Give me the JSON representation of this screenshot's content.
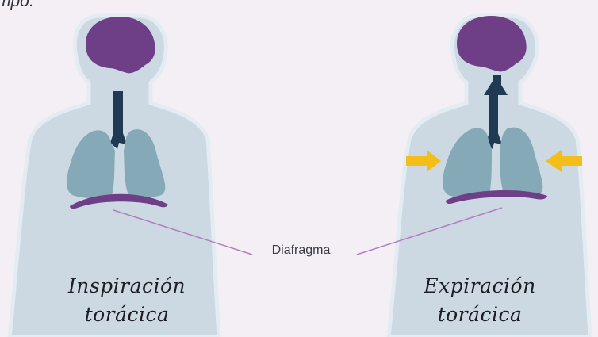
{
  "top_text": "mpo.",
  "figures": [
    {
      "label_line1": "Inspiración",
      "label_line2": "torácica"
    },
    {
      "label_line1": "Expiración",
      "label_line2": "torácica"
    }
  ],
  "callout": "Diafragma",
  "colors": {
    "background": "#f4eff5",
    "body": "#ccd9e3",
    "body_outline": "#e3ecf2",
    "brain": "#6e3f86",
    "lungs": "#86a9b7",
    "trachea": "#1f3a52",
    "diaphragm": "#6e3f86",
    "arrows": "#f3bd1a",
    "callout_line": "#b07fc0"
  }
}
